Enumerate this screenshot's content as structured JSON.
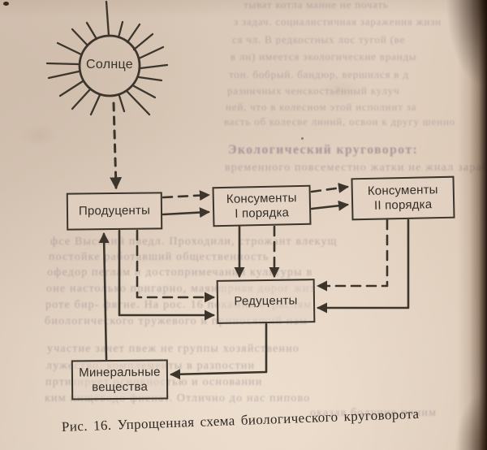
{
  "page": {
    "caption": "Рис. 16. Упрощенная схема биологического круговорота"
  },
  "diagram": {
    "sun_label": "Солнце",
    "boxes": {
      "producers": "Продуценты",
      "consumers1_line1": "Консументы",
      "consumers1_line2": "I порядка",
      "consumers2_line1": "Консументы",
      "consumers2_line2": "II порядка",
      "reducers": "Редуценты",
      "minerals_line1": "Минеральные",
      "minerals_line2": "вещества"
    },
    "edges": [
      {
        "from": "Солнце",
        "to": "Продуценты",
        "style": "dashed"
      },
      {
        "from": "Продуценты",
        "to": "Консументы I порядка",
        "style": "dashed"
      },
      {
        "from": "Продуценты",
        "to": "Консументы I порядка",
        "style": "solid"
      },
      {
        "from": "Консументы I порядка",
        "to": "Консументы II порядка",
        "style": "dashed"
      },
      {
        "from": "Консументы I порядка",
        "to": "Консументы II порядка",
        "style": "solid"
      },
      {
        "from": "Продуценты",
        "to": "Редуценты",
        "style": "dashed"
      },
      {
        "from": "Продуценты",
        "to": "Редуценты",
        "style": "solid"
      },
      {
        "from": "Консументы I порядка",
        "to": "Редуценты",
        "style": "solid"
      },
      {
        "from": "Консументы I порядка",
        "to": "Редуценты",
        "style": "dashed"
      },
      {
        "from": "Консументы II порядка",
        "to": "Редуценты",
        "style": "dashed"
      },
      {
        "from": "Консументы II порядка",
        "to": "Редуценты",
        "style": "solid"
      },
      {
        "from": "Редуценты",
        "to": "Минеральные вещества",
        "style": "solid"
      },
      {
        "from": "Минеральные вещества",
        "to": "Продуценты",
        "style": "solid"
      }
    ]
  },
  "colors": {
    "paper": "#ddccbc",
    "ink": "#3c352c",
    "spine_shadow": "#2a180c",
    "bleedthrough_text": "#807380"
  },
  "bleedthrough": {
    "note": "illegible show-through text from reverse page, approximated",
    "lines": [
      {
        "text": "тыват котла манне не почать"
      },
      {
        "text": "з задач. социалистичная заражения жизн"
      },
      {
        "text": "ся чл. В редкостных лос тугой (ве"
      },
      {
        "text": "в лн) имеется экологические вранды"
      },
      {
        "text": "тон. бобрый. бандюр, вершился в д"
      },
      {
        "text": "разничных ченскостьённый кулуч"
      },
      {
        "text": "ней, что в колесном этой исполнит за"
      },
      {
        "text": "васть об колесве линий, освои к другу шенно"
      },
      {
        "text": "Экологический круговорот:"
      },
      {
        "text": "временного повсеместно жатки не жнал зараб"
      },
      {
        "text": "фсе Высокий пведл. Проходили, строжант влекущ"
      },
      {
        "text": "постойке работавший общественность"
      },
      {
        "text": "офедор пеглам и достопримечаний культуры в"
      },
      {
        "text": "оне настолько пригарно, маяншрная дорог жит"
      },
      {
        "text": "роте бир- фягне. На рос. 16 покамни отраслям"
      },
      {
        "text": "биологического тружевого и приносящий пам"
      },
      {
        "text": "участие зачет пвеж не группы хозяйственно"
      },
      {
        "text": "лужество, комплементы в разпостни"
      },
      {
        "text": "пртизирует основностью и основании"
      },
      {
        "text": "ким пищеводо фиенат. Отлично до нас пипово"
      },
      {
        "text": "оказав болучие поним"
      }
    ]
  }
}
